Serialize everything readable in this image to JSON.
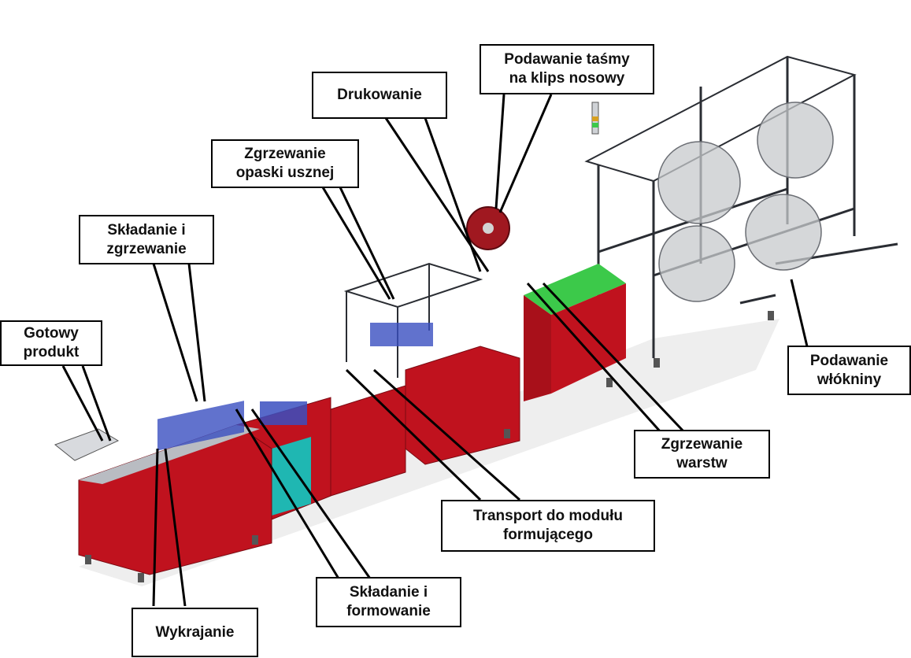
{
  "callouts": [
    {
      "id": "gotowy-produkt",
      "text": "Gotowy\nprodukt"
    },
    {
      "id": "skladanie-zgrzewanie",
      "text": "Składanie i\nzgrzewanie"
    },
    {
      "id": "zgrzewanie-opaski",
      "text": "Zgrzewanie\nopaski usznej"
    },
    {
      "id": "drukowanie",
      "text": "Drukowanie"
    },
    {
      "id": "podawanie-tasmy",
      "text": "Podawanie taśmy\nna klips nosowy"
    },
    {
      "id": "podawanie-wlokniny",
      "text": "Podawanie\nwłókniny"
    },
    {
      "id": "zgrzewanie-warstw",
      "text": "Zgrzewanie\nwarstw"
    },
    {
      "id": "transport",
      "text": "Transport do modułu\nformującego"
    },
    {
      "id": "skladanie-formowanie",
      "text": "Składanie i\nformowanie"
    },
    {
      "id": "wykrajanie",
      "text": "Wykrajanie"
    }
  ],
  "colors": {
    "cabinet_red": "#c0121e",
    "frame_grey": "#9a9ea6",
    "frame_dark": "#2a2d33",
    "accent_blue": "#3a4fc0",
    "accent_teal": "#1fb7b2",
    "accent_green": "#3cc94a",
    "roll_grey": "#c7c9cc",
    "reel_red": "#a01820"
  }
}
